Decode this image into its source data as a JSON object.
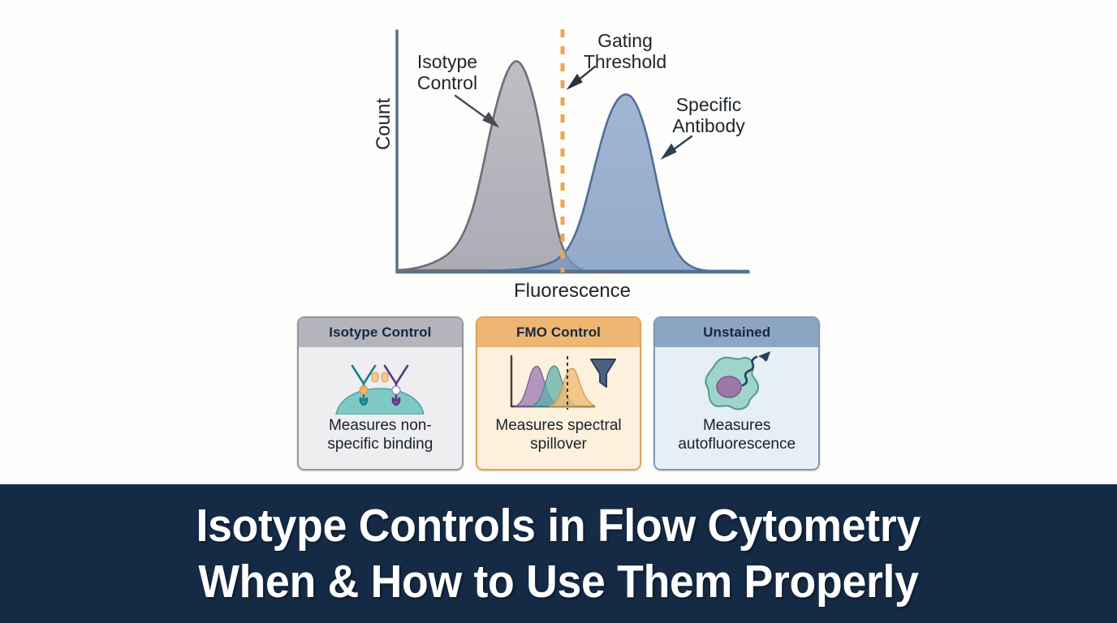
{
  "background_color": "#fdfdfc",
  "figure": {
    "annotations": {
      "isotype_label": "Isotype\nControl",
      "gating_label": "Gating\nThreshold",
      "specific_label": "Specific\nAntibody"
    },
    "axis": {
      "x_title": "Fluorescence",
      "y_title": "Count"
    }
  },
  "chart_data": {
    "type": "area",
    "title": "",
    "subtitle": "",
    "xlabel": "Fluorescence",
    "ylabel": "Count",
    "xlim": [
      0,
      100
    ],
    "ylim": [
      0,
      100
    ],
    "grid": false,
    "legend": "annotations-inline",
    "series": [
      {
        "name": "Isotype Control",
        "color": "#a9a9b2",
        "stroke": "#6b6b74",
        "peak_x": 31,
        "peak_y": 86,
        "sigma": 10,
        "x": [
          0,
          5,
          10,
          15,
          20,
          25,
          31,
          36,
          41,
          46,
          51,
          56,
          61,
          66,
          72,
          80,
          90,
          100
        ],
        "y": [
          1,
          3,
          8,
          20,
          42,
          70,
          86,
          80,
          62,
          40,
          22,
          11,
          5,
          2,
          1,
          0.5,
          0.2,
          0
        ]
      },
      {
        "name": "Specific Antibody",
        "color": "#7d99bd",
        "stroke": "#4a6c96",
        "peak_x": 65,
        "peak_y": 72,
        "sigma": 11,
        "x": [
          0,
          10,
          20,
          30,
          38,
          45,
          52,
          58,
          65,
          71,
          77,
          83,
          89,
          94,
          100
        ],
        "y": [
          0,
          0.3,
          1,
          3,
          7,
          16,
          34,
          55,
          72,
          66,
          48,
          28,
          13,
          5,
          1
        ]
      }
    ],
    "annotations": [
      {
        "name": "Gating Threshold",
        "type": "vline",
        "x": 47,
        "color": "#e8a855",
        "style": "dashed"
      },
      {
        "name": "Isotype Control",
        "type": "arrow-label",
        "text": "Isotype Control"
      },
      {
        "name": "Specific Antibody",
        "type": "arrow-label",
        "text": "Specific Antibody"
      }
    ]
  },
  "cards": [
    {
      "id": "isotype-control",
      "title": "Isotype Control",
      "description": "Measures non-specific binding",
      "icon": "antibody-binding-icon",
      "header_color": "#b4b4bc",
      "body_color": "#eeeef0",
      "border_color": "#96969e"
    },
    {
      "id": "fmo-control",
      "title": "FMO Control",
      "description": "Measures spectral spillover",
      "icon": "spectral-peaks-funnel-icon",
      "header_color": "#eeb673",
      "body_color": "#fdf0dc",
      "border_color": "#e0a356"
    },
    {
      "id": "unstained",
      "title": "Unstained",
      "description": "Measures autofluorescence",
      "icon": "autofluorescent-cell-icon",
      "header_color": "#8ba5c2",
      "body_color": "#e8eef5",
      "border_color": "#7d97b4"
    }
  ],
  "banner": {
    "background_color": "#152a45",
    "text_color": "#ffffff",
    "line1": "Isotype Controls in Flow Cytometry",
    "line2": "When & How to Use Them Properly"
  }
}
